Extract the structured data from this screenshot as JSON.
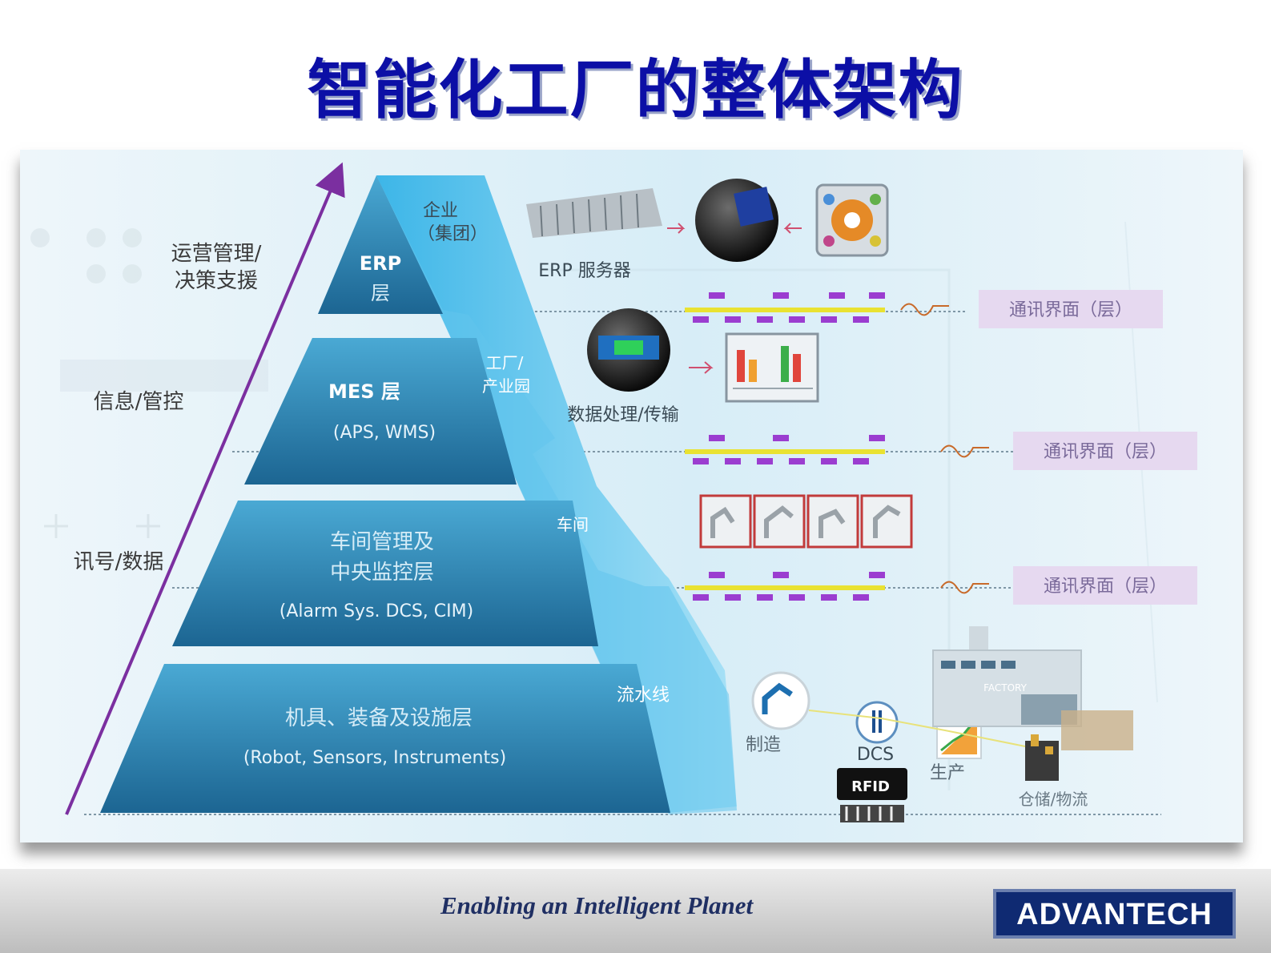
{
  "title": "智能化工厂的整体架构",
  "axis": {
    "top_label_1": "运营管理/",
    "top_label_2": "决策支援",
    "mid_label": "信息/管控",
    "bottom_label": "讯号/数据"
  },
  "pyramid": {
    "erp_1": "ERP",
    "erp_2": "层",
    "mes_1": "MES 层",
    "mes_2": "(APS, WMS)",
    "shop_1": "车间管理及",
    "shop_2": "中央监控层",
    "shop_3": "(Alarm Sys. DCS, CIM)",
    "equip_1": "机具、装备及设施层",
    "equip_2": "(Robot, Sensors, Instruments)"
  },
  "side_labels": {
    "enterprise_1": "企业",
    "enterprise_2": "（集团）",
    "factory_1": "工厂/",
    "factory_2": "产业园",
    "workshop": "车间",
    "assembly": "流水线"
  },
  "right": {
    "erp_server": "ERP 服务器",
    "data_process": "数据处理/传输",
    "comm_1": "通讯界面（层）",
    "comm_2": "通讯界面（层）",
    "comm_3": "通讯界面（层）",
    "manufacture": "制造",
    "dcs": "DCS",
    "rfid": "RFID",
    "production": "生产",
    "storage": "仓储/物流",
    "factory_sign": "FACTORY"
  },
  "footer": {
    "slogan": "Enabling an Intelligent Planet",
    "logo": "ADVANTECH"
  },
  "colors": {
    "title": "#0c0fa6",
    "pyramid_dark": "#1f6e9c",
    "pyramid_light": "#3fa9d6",
    "arrow": "#7b2fa0",
    "comm_box": "#e6d9f0"
  }
}
